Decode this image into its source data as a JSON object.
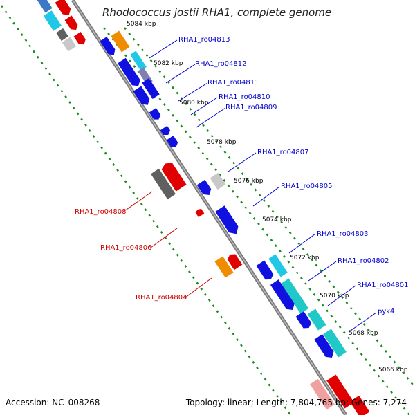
{
  "title": "Rhodococcus jostii RHA1, complete genome",
  "accession": "Accession: NC_008268",
  "summary": "Topology: linear; Length: 7,804,765 bp; Genes: 7,274",
  "colors": {
    "backbone": "#7a7a7a",
    "ruler": "#1a8a1a",
    "label_blue": "#0000cc",
    "label_red": "#cc0000",
    "gene_blue": "#1010e0",
    "gene_red": "#e00000",
    "gene_orange": "#f08c00",
    "gene_cyan": "#20c8c8",
    "gene_gray": "#707070",
    "gene_lightgray": "#c8c8c8"
  },
  "ruler_labels": [
    "5084 kbp",
    "5082 kbp",
    "5080 kbp",
    "5078 kbp",
    "5076 kbp",
    "5074 kbp",
    "5072 kbp",
    "5070 kbp",
    "5068 kbp",
    "5066 kbp"
  ],
  "forward_labels": [
    "RHA1_ro04813",
    "RHA1_ro04812",
    "RHA1_ro04811",
    "RHA1_ro04810",
    "RHA1_ro04809",
    "RHA1_ro04807",
    "RHA1_ro04805",
    "RHA1_ro04803",
    "RHA1_ro04802",
    "RHA1_ro04801",
    "pyk4"
  ],
  "reverse_labels": [
    "RHA1_ro04808",
    "RHA1_ro04806",
    "RHA1_ro04804"
  ]
}
